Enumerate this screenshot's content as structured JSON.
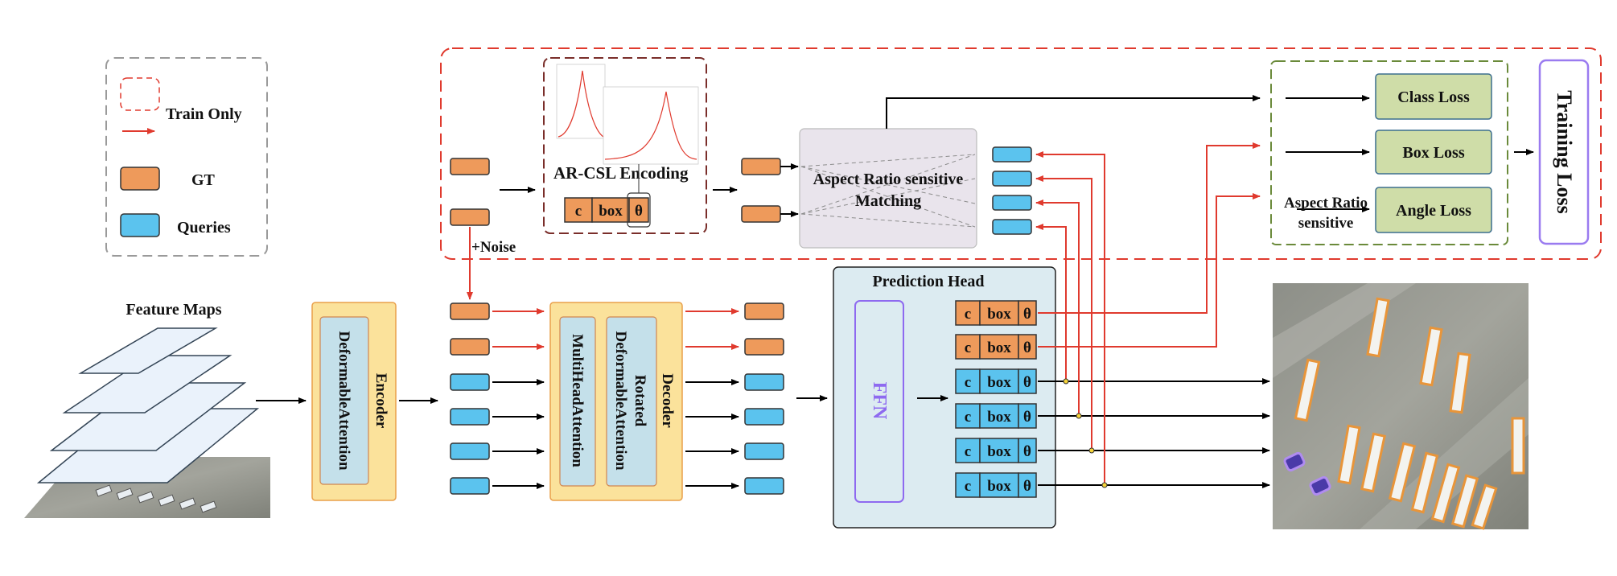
{
  "legend": {
    "train_only": "Train Only",
    "gt": "GT",
    "queries": "Queries"
  },
  "colors": {
    "gt": "#EE9A5B",
    "query": "#5BC3EE",
    "red": "#E03A2E",
    "loss_fill": "#CFDDA8",
    "encoder_fill": "#FBE29B",
    "pred_head_fill": "#DCEBF1",
    "matching_fill": "#E9E4EC",
    "ffn_stroke": "#8E6AF0",
    "training_loss_stroke": "#9A7BF0"
  },
  "labels": {
    "feature_maps": "Feature Maps",
    "encoder": "Encoder",
    "deformable_attention": "DeformableAttention",
    "decoder": "Decoder",
    "multihead_attention": "MultiHeadAttention",
    "rotated": "Rotated",
    "rotated_deformable_attention": "DeformableAttention",
    "noise": "+Noise",
    "ar_csl_encoding": "AR-CSL Encoding",
    "matching_line1": "Aspect Ratio sensitive",
    "matching_line2": "Matching",
    "prediction_head": "Prediction Head",
    "ffn": "FFN",
    "class_loss": "Class Loss",
    "box_loss": "Box Loss",
    "angle_loss": "Angle Loss",
    "aspect_ratio_line1": "Aspect Ratio",
    "aspect_ratio_line2": "sensitive",
    "training_loss": "Training Loss"
  },
  "box_fields": {
    "c": "c",
    "box": "box",
    "theta": "θ"
  }
}
